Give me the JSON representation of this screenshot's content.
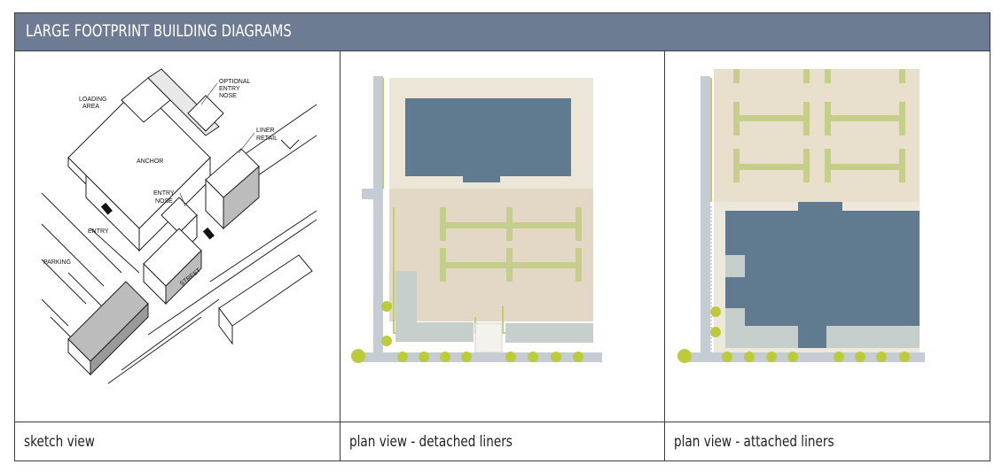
{
  "header": {
    "title": "LARGE FOOTPRINT BUILDING DIAGRAMS"
  },
  "sketch": {
    "labels": {
      "loading_1": "LOADING",
      "loading_2": "AREA",
      "optional_1": "OPTIONAL",
      "optional_2": "ENTRY",
      "optional_3": "NOSE",
      "liner_1": "LINER",
      "liner_2": "RETAIL",
      "anchor": "ANCHOR",
      "entry_nose_1": "ENTRY",
      "entry_nose_2": "NOSE",
      "entry": "ENTRY",
      "parking": "PARKING",
      "street": "STREET"
    }
  },
  "captions": {
    "sketch": "sketch view",
    "detached": "plan view - detached liners",
    "attached": "plan view - attached liners"
  },
  "colors": {
    "header": "#6d7b93",
    "building": "#607b8f",
    "parking_lot": "#e6dccb",
    "parking_rows": "#c6cf8a",
    "street": "#c5ccd4",
    "liner": "#c7cfcc",
    "tree": "#bccb3c"
  }
}
